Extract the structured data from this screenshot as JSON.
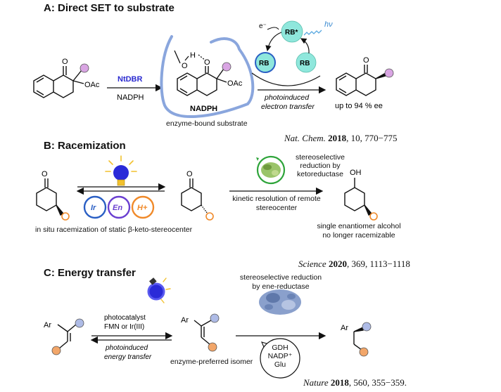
{
  "panel_a": {
    "heading": "A: Direct SET to substrate",
    "enzyme": "NtDBR",
    "cofactor": "NADPH",
    "bound_cofactor": "NADPH",
    "bound_caption": "enzyme-bound substrate",
    "oac1": "OAc",
    "oac2": "OAc",
    "o_letter1": "O",
    "o_letter2": "O",
    "o_letter3": "O",
    "h_letter": "H",
    "electron": "e⁻",
    "rb_star": "RB*",
    "rb_radical": "RB",
    "rb": "RB",
    "hv": "hν",
    "set_line1": "photoinduced",
    "set_line2": "electron transfer",
    "ee": "up to 94 % ee",
    "citation": {
      "journal": "Nat. Chem.",
      "year": "2018",
      "rest": ", 10, 770−775"
    }
  },
  "panel_b": {
    "heading": "B: Racemization",
    "cat_ir": "Ir",
    "cat_en": "En",
    "cat_h": "H+",
    "o_letter1": "O",
    "o_letter2": "O",
    "oh": "OH",
    "racemization": "in situ racemization of static β-keto-stereocenter",
    "reduction_line1": "stereoselective",
    "reduction_line2": "reduction by",
    "reduction_line3": "ketoreductase",
    "kinetic_line1": "kinetic resolution of remote",
    "kinetic_line2": "stereocenter",
    "product_line1": "single enantiomer alcohol",
    "product_line2": "no longer racemizable",
    "citation": {
      "journal": "Science",
      "year": "2020",
      "rest": ", 369, 1113−1118"
    }
  },
  "panel_c": {
    "heading": "C: Energy transfer",
    "ar1": "Ar",
    "ar2": "Ar",
    "ar3": "Ar",
    "photocat_line1": "photocatalyst",
    "photocat_line2": "FMN or Ir(III)",
    "et_line1": "photoinduced",
    "et_line2": "energy transfer",
    "isomer": "enzyme-preferred isomer",
    "reduction_line1": "stereoselective reduction",
    "reduction_line2": "by ene-reductase",
    "cycle_gdh": "GDH",
    "cycle_nadp": "NADP⁺",
    "cycle_glu": "Glu",
    "citation": {
      "journal": "Nature",
      "year": "2018",
      "rest": ", 560, 355−359."
    }
  },
  "colors": {
    "lilac": "#d9a5e3",
    "peach": "#f2a669",
    "bluegray": "#aebbe6",
    "rb_teal": "#8fe7dc",
    "pocket": "#8aa6dd",
    "enzyme_text": "#2b2bd0",
    "ir": "#2a5fc4",
    "en": "#6a3fd0",
    "h": "#f08a2a",
    "bulb": "#2a2ad8",
    "green": "#2ea43a"
  }
}
